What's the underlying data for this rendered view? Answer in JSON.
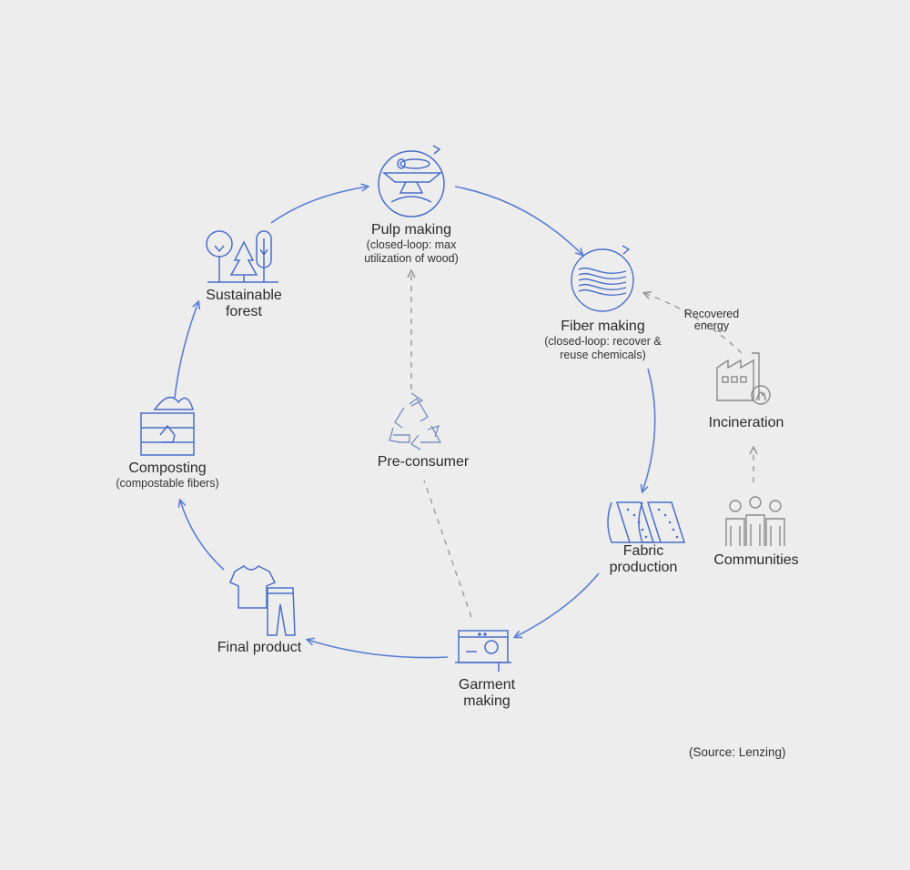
{
  "colors": {
    "background": "#ededed",
    "cycle_arrow": "#5b7fd4",
    "icon_stroke": "#4a6fc9",
    "dashed_arrow": "#9a9a9a",
    "grey_icon": "#8a8a8a",
    "text": "#2b2b2b"
  },
  "nodes": {
    "pulp": {
      "title": "Pulp making",
      "subtitle_1": "(closed-loop: max",
      "subtitle_2": "utilization of wood)",
      "icon": "pulp-wood-icon"
    },
    "fiber": {
      "title": "Fiber making",
      "subtitle_1": "(closed-loop: recover &",
      "subtitle_2": "reuse chemicals)",
      "icon": "fiber-icon"
    },
    "fabric": {
      "title_1": "Fabric",
      "title_2": "production",
      "icon": "fabric-rolls-icon"
    },
    "garment": {
      "title_1": "Garment",
      "title_2": "making",
      "icon": "sewing-machine-icon"
    },
    "final": {
      "title": "Final product",
      "icon": "clothing-icon"
    },
    "composting": {
      "title": "Composting",
      "subtitle": "(compostable fibers)",
      "icon": "compost-crate-icon"
    },
    "forest": {
      "title_1": "Sustainable",
      "title_2": "forest",
      "icon": "trees-icon"
    },
    "preconsumer": {
      "title": "Pre-consumer",
      "icon": "recycle-icon"
    },
    "incineration": {
      "title": "Incineration",
      "icon": "factory-icon"
    },
    "communities": {
      "title": "Communities",
      "icon": "people-icon"
    },
    "recovered_energy": {
      "line_1": "Recovered",
      "line_2": "energy"
    }
  },
  "source": "(Source: Lenzing)"
}
